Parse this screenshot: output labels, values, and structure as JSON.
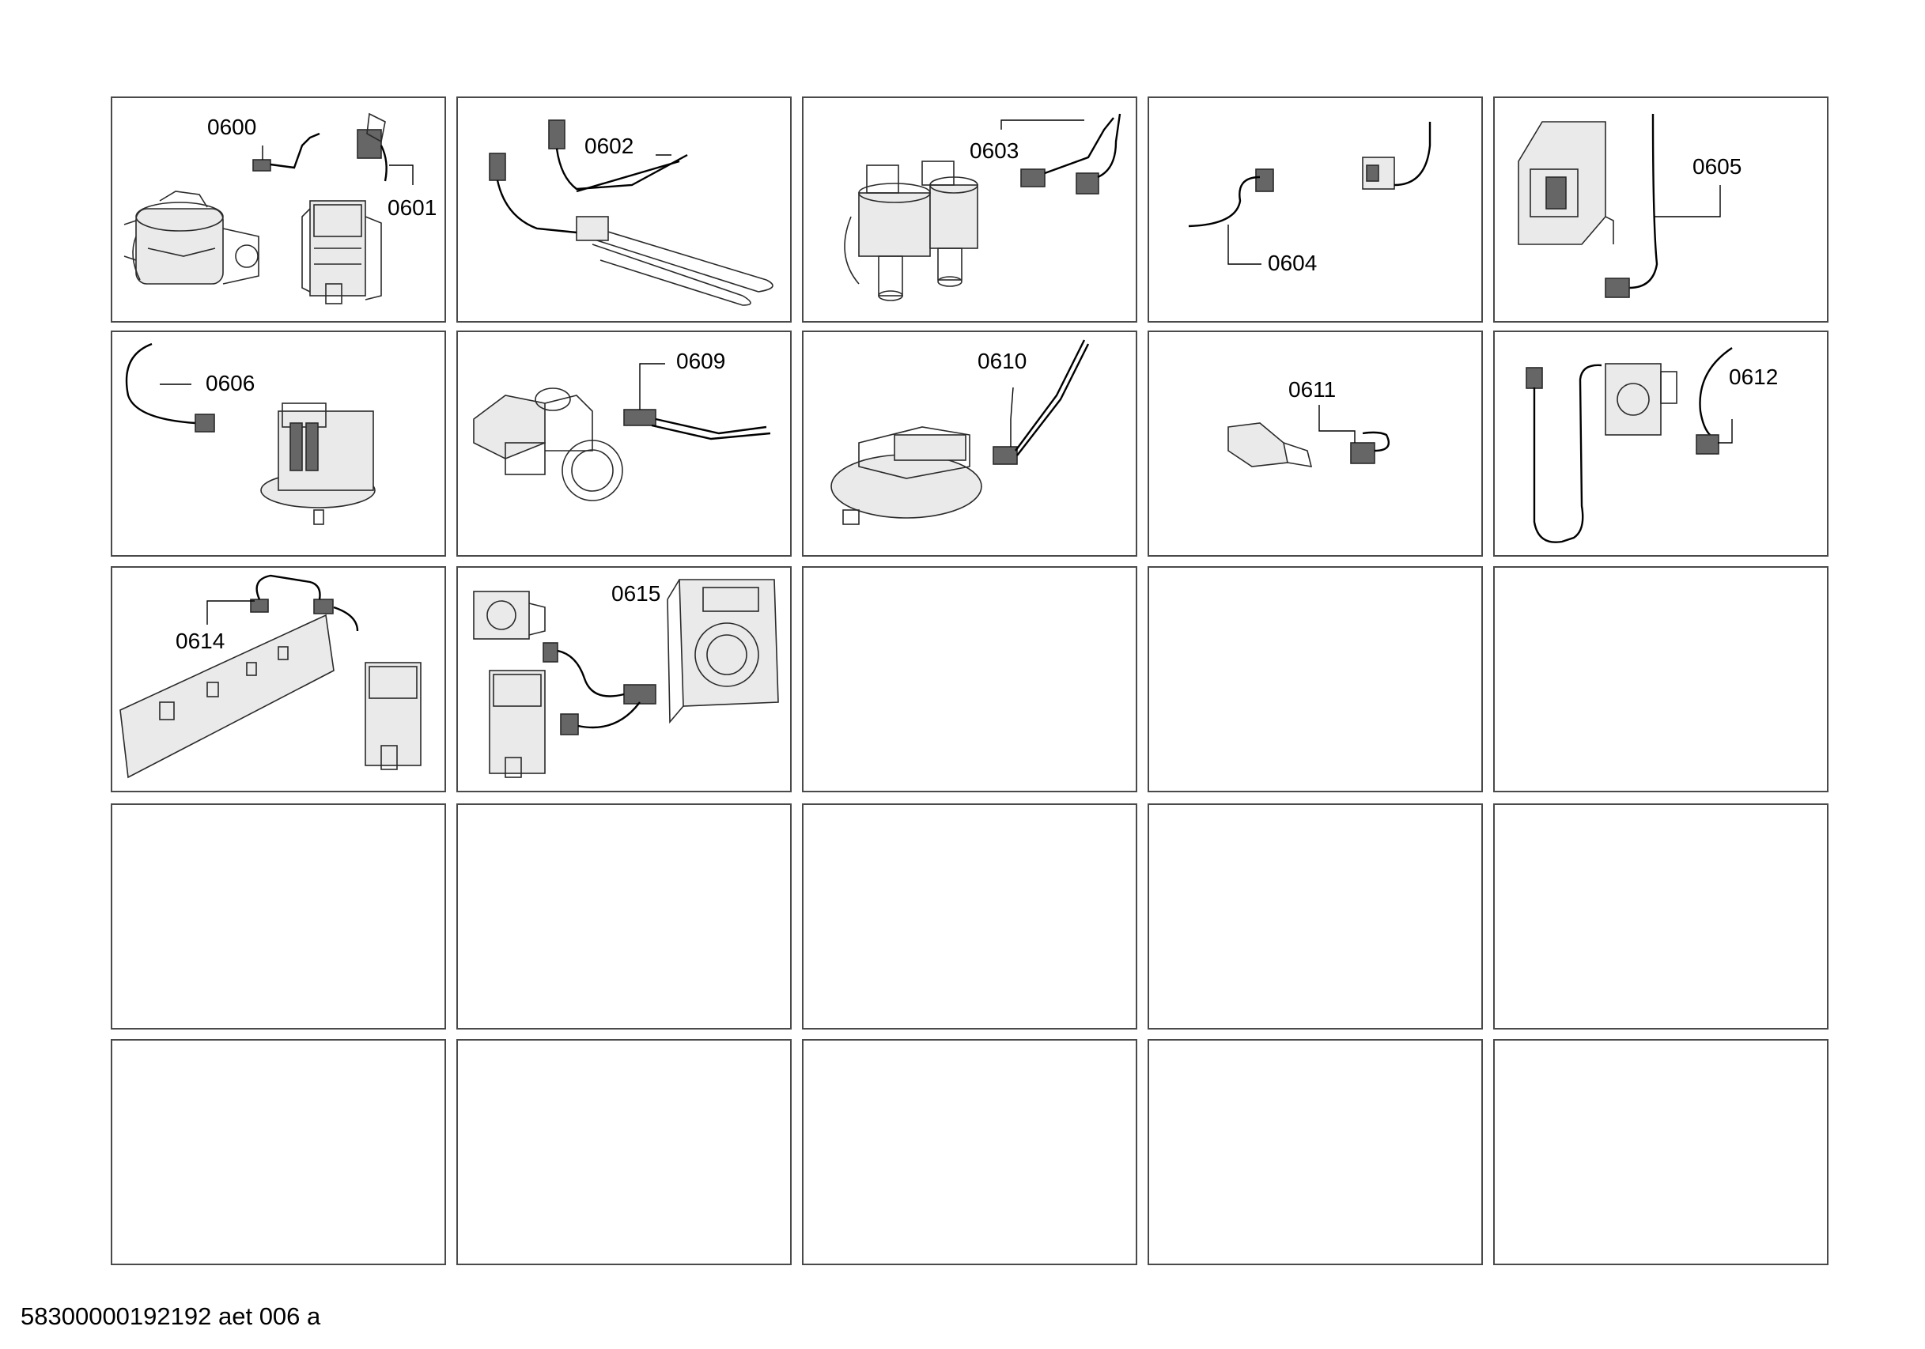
{
  "sheet": {
    "footer_code": "58300000192192 aet 006 a"
  },
  "parts": {
    "p0600": "0600",
    "p0601": "0601",
    "p0602": "0602",
    "p0603": "0603",
    "p0604": "0604",
    "p0605": "0605",
    "p0606": "0606",
    "p0609": "0609",
    "p0610": "0610",
    "p0611": "0611",
    "p0612": "0612",
    "p0614": "0614",
    "p0615": "0615"
  },
  "style": {
    "border_color": "#4a4a4a",
    "line_color": "#000000"
  }
}
